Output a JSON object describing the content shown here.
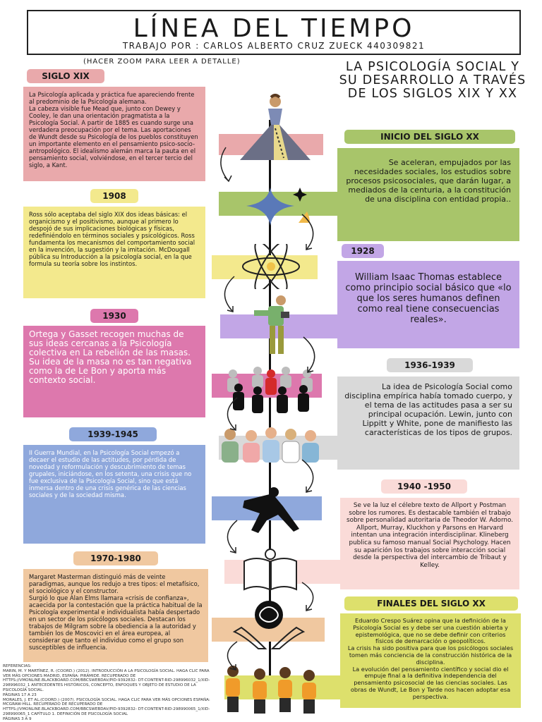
{
  "header": {
    "title": "LÍNEA DEL TIEMPO",
    "author": "TRABAJO POR : CARLOS ALBERTO CRUZ ZUECK 440309821",
    "zoom_note": "(HACER ZOOM PARA LEER A DETALLE)",
    "main_heading": "LA PSICOLOGÍA SOCIAL Y SU DESARROLLO A TRAVÉS DE LOS SIGLOS XIX Y XX"
  },
  "left": [
    {
      "tag": "SIGLO XIX",
      "text": "La Psicología aplicada y práctica fue apareciendo frente al predominio de la Psicología alemana.\nLa cabeza visible fue Mead que, junto con Dewey y Cooley, le dan una orientación pragmatista a la Psicología Social. A partir de 1885 es cuando surge una verdadera preocupación por el tema. Las aportaciones de Wundt desde su Psicología de los pueblos constituyen un importante elemento en el pensamiento psico-socio-antropológico. El idealismo alemán marca la pauta en el pensamiento social, volviéndose, en el tercer tercio del siglo, a Kant."
    },
    {
      "tag": "1908",
      "text": "Ross sólo aceptaba del siglo XIX dos ideas básicas: el organicismo y el positivismo, aunque al primero lo despojó de sus implicaciones biológicas y físicas, redefiniéndolo en términos sociales y psicológicos. Ross fundamenta los mecanismos del comportamiento social en la invención, la sugestión y la imitación. McDougall pública su Introducción a la psicología social, en la que formula su teoría sobre los instintos."
    },
    {
      "tag": "1930",
      "text": "Ortega y Gasset recogen muchas de sus ideas cercanas a la Psicología colectiva en La rebelión de las masas. Su idea de la masa no es tan negativa como la de Le Bon y aporta más contexto social."
    },
    {
      "tag": "1939-1945",
      "text": "II Guerra Mundial, en la Psicología Social empezó a decaer el estudio de las actitudes, por pérdida de novedad y reformulación y descubrimiento de temas grupales, iniciándose, en los setenta, una crisis que no fue exclusiva de la Psicología Social, sino que está inmersa dentro de una crisis genérica de las ciencias sociales y de la sociedad misma."
    },
    {
      "tag": "1970-1980",
      "text": "Margaret Masterman distinguió más de veinte paradigmas, aunque los redujo a tres tipos: el metafísico, el sociológico y el constructor.\nSurgió lo que Alan Elms llamara «crisis de confianza», acaecida por la contestación que la práctica habitual de la Psicología experimental e individualista había despertado en un sector de los psicólogos sociales. Destacan los trabajos de Milgram sobre la obediencia a la autoridad y también los de Moscovici en el área europea, al considerar que tanto el individuo como el grupo son susceptibles de influencia."
    }
  ],
  "right": [
    {
      "tag": "INICIO DEL SIGLO XX",
      "text": "Se aceleran, empujados por las necesidades sociales, los estudios sobre procesos psicosociales, que darán lugar, a mediados de la centuria, a la constitución de una disciplina con entidad propia.."
    },
    {
      "tag": "1928",
      "text": "William Isaac Thomas establece como principio social básico que «lo que los seres humanos definen como real tiene consecuencias reales»."
    },
    {
      "tag": "1936-1939",
      "text": "La idea de Psicología Social como disciplina empírica había tomado cuerpo, y el tema de las actitudes pasa a ser su principal ocupación. Lewin, junto con Lippitt y White, pone de manifiesto las características de los tipos de grupos."
    },
    {
      "tag": "1940 -1950",
      "text": "Se ve la luz el célebre texto de Allport y Postman sobre los rumores. Es destacable también el trabajo sobre personalidad autoritaria de Theodor W. Adorno. Allport, Murray, Kluckhon y Parsons en Harvard intentan una integración interdisciplinar. Klineberg publica su famoso manual Social Psychology. Hacen su aparición los trabajos sobre interacción social desde la perspectiva del intercambio de Tribaut y Kelley."
    },
    {
      "tag": "FINALES DEL SIGLO XX",
      "text": "Eduardo Crespo Suárez opina que la definición de la Psicología Social es y debe ser una cuestión abierta y epistemológica, que no se debe definir con criterios físicos de demarcación o geopolíticos.\nLa crisis ha sido positiva para que los psicólogos sociales tomen más conciencia de la construcción histórica de la disciplina.\nLa evolución del pensamiento científico y social dio el empuje final a la definitiva independencia del pensamiento psicosocial de las ciencias sociales. Las obras de Wundt, Le Bon y Tarde nos hacen adoptar esa perspectiva."
    }
  ],
  "references": "Referencias:\nMARIN, M. Y MARTÍNEZ, R. (COORD.) (2012). INTRODUCCIÓN A LA PSICOLOGÍA SOCIAL. HAGA CLIC PARA VER MÁS OPCIONES MADRID, ESPAÑA: PIRÁMIDE. RECUPERADO DE HTTPS://VMONLINE.BLACKBOARD.COM/BBCSWEBDAV/PID-9392832- DT-CONTENT-RID-298996032_1/XID-298996032_1 ANTECEDENTES HISTÓRICOS, CONCEPTO, ENFOQUES Y OBJETO DE ESTUDIO DE LA PSICOLOGÍA SOCIAL.\nPÁGINAS 17 A 23\nMORALES, J. ET AL.(COORD.) (2007). PSICOLOGÍA SOCIAL. HAGA CLIC PARA VER MÁS OPCIONES ESPAÑA: MCGRAW-HILL. RECUPERADO DE RECUPERADO DE HTTPS://VMONLINE.BLACKBOARD.COM/BBCSWEBDAV/PID-9392832- DT-CONTENT-RID-298990065_1/XID-298990065_1 CAPÍTULO 1. DEFINICIÓN DE PSICOLOGÍA SOCIAL\nPÁGINAS 3 A 9",
  "colors": {
    "pink": "#e9a9ab",
    "yellow": "#f3e98d",
    "magenta": "#dd78ad",
    "blue": "#8fa8dc",
    "peach": "#f0c8a0",
    "green": "#a8c56a",
    "purple": "#c2a6e6",
    "gray": "#d9d9d9",
    "light_pink": "#fadbd8",
    "lime": "#dde06c"
  },
  "icons": [
    "victorian-woman-icon",
    "sparkle-stars-icon",
    "atom-icon",
    "man-reading-icon",
    "crowd-icon",
    "group-people-icon",
    "falling-man-icon",
    "open-book-icon",
    "brain-hands-icon",
    "team-people-icon",
    "curved-arrow-icon"
  ]
}
